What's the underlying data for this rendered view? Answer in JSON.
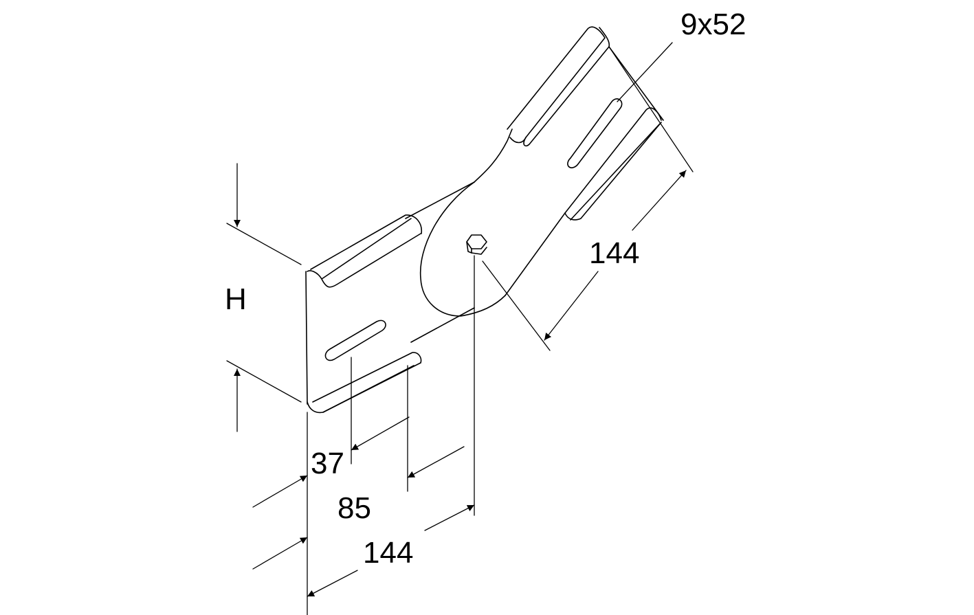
{
  "drawing": {
    "line_color": "#000000",
    "background": "#ffffff"
  },
  "dimensions": {
    "slot_size": "9x52",
    "height": "H",
    "right_length": "144",
    "offset_37": "37",
    "offset_85": "85",
    "bottom_length": "144"
  }
}
